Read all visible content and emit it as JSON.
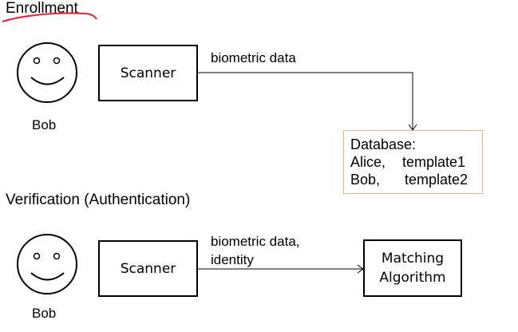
{
  "enrollment": {
    "heading": "Enrollment",
    "person_label": "Bob",
    "scanner_label": "Scanner",
    "arrow_label": "biometric data",
    "database": {
      "title": "Database:",
      "rows": [
        {
          "name": "Alice,",
          "template": "template1"
        },
        {
          "name": "Bob,",
          "template": "template2"
        }
      ]
    }
  },
  "verification": {
    "heading": "Verification (Authentication)",
    "person_label": "Bob",
    "scanner_label": "Scanner",
    "arrow_label_line1": "biometric data,",
    "arrow_label_line2": "identity",
    "matcher_line1": "Matching",
    "matcher_line2": "Algorithm"
  },
  "colors": {
    "annotation_underline": "#e0202a",
    "database_border": "#cbbd95"
  }
}
